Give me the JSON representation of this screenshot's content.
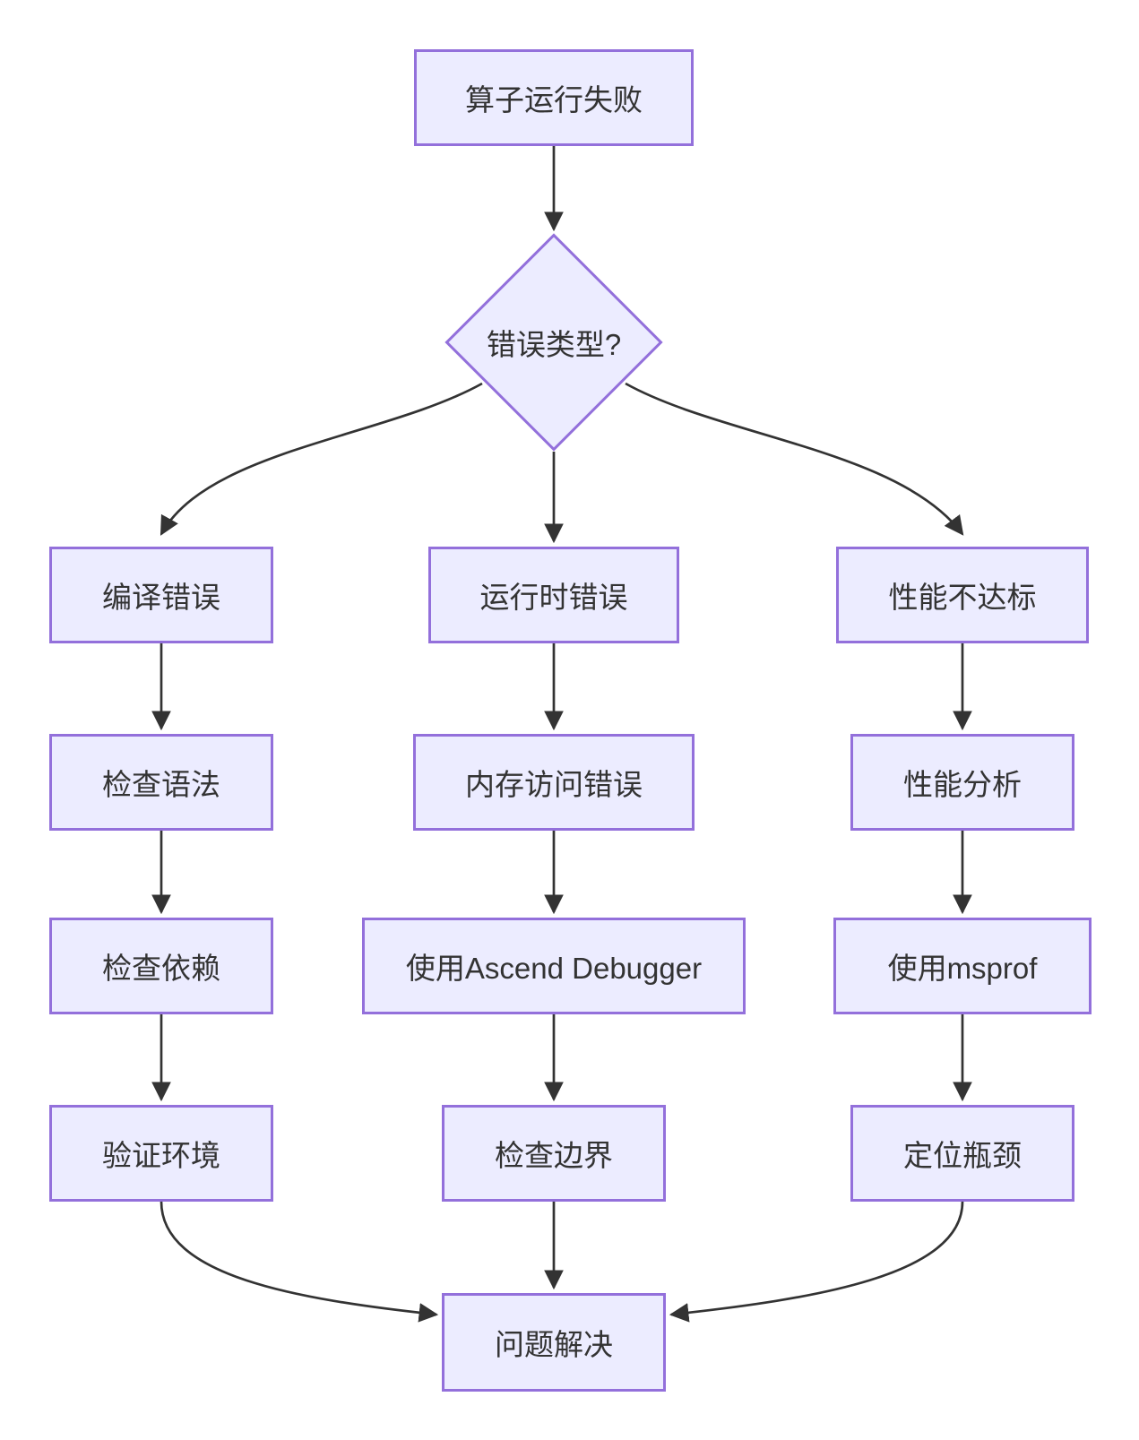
{
  "colors": {
    "node_fill": "#ECECFF",
    "node_border": "#9370DB",
    "edge_color": "#333333",
    "text_color": "#333333",
    "background": "#FFFFFF"
  },
  "nodes": {
    "start": {
      "label": "算子运行失败",
      "shape": "rect"
    },
    "decision": {
      "label": "错误类型?",
      "shape": "diamond"
    },
    "compile_error": {
      "label": "编译错误",
      "shape": "rect"
    },
    "runtime_error": {
      "label": "运行时错误",
      "shape": "rect"
    },
    "perf_not_met": {
      "label": "性能不达标",
      "shape": "rect"
    },
    "check_syntax": {
      "label": "检查语法",
      "shape": "rect"
    },
    "memory_access_error": {
      "label": "内存访问错误",
      "shape": "rect"
    },
    "perf_analysis": {
      "label": "性能分析",
      "shape": "rect"
    },
    "check_dependencies": {
      "label": "检查依赖",
      "shape": "rect"
    },
    "use_ascend_debugger": {
      "label": "使用Ascend Debugger",
      "shape": "rect"
    },
    "use_msprof": {
      "label": "使用msprof",
      "shape": "rect"
    },
    "verify_environment": {
      "label": "验证环境",
      "shape": "rect"
    },
    "check_boundary": {
      "label": "检查边界",
      "shape": "rect"
    },
    "locate_bottleneck": {
      "label": "定位瓶颈",
      "shape": "rect"
    },
    "solved": {
      "label": "问题解决",
      "shape": "rect"
    }
  },
  "edges": [
    {
      "from": "start",
      "to": "decision"
    },
    {
      "from": "decision",
      "to": "compile_error"
    },
    {
      "from": "decision",
      "to": "runtime_error"
    },
    {
      "from": "decision",
      "to": "perf_not_met"
    },
    {
      "from": "compile_error",
      "to": "check_syntax"
    },
    {
      "from": "check_syntax",
      "to": "check_dependencies"
    },
    {
      "from": "check_dependencies",
      "to": "verify_environment"
    },
    {
      "from": "runtime_error",
      "to": "memory_access_error"
    },
    {
      "from": "memory_access_error",
      "to": "use_ascend_debugger"
    },
    {
      "from": "use_ascend_debugger",
      "to": "check_boundary"
    },
    {
      "from": "perf_not_met",
      "to": "perf_analysis"
    },
    {
      "from": "perf_analysis",
      "to": "use_msprof"
    },
    {
      "from": "use_msprof",
      "to": "locate_bottleneck"
    },
    {
      "from": "verify_environment",
      "to": "solved"
    },
    {
      "from": "check_boundary",
      "to": "solved"
    },
    {
      "from": "locate_bottleneck",
      "to": "solved"
    }
  ]
}
